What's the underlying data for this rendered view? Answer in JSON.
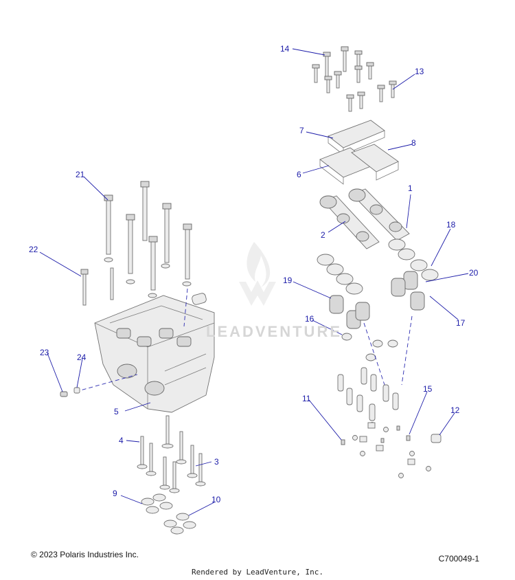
{
  "callouts": [
    {
      "num": "1"
    },
    {
      "num": "2"
    },
    {
      "num": "3"
    },
    {
      "num": "4"
    },
    {
      "num": "5"
    },
    {
      "num": "6"
    },
    {
      "num": "7"
    },
    {
      "num": "8"
    },
    {
      "num": "9"
    },
    {
      "num": "10"
    },
    {
      "num": "11"
    },
    {
      "num": "12"
    },
    {
      "num": "13"
    },
    {
      "num": "14"
    },
    {
      "num": "15"
    },
    {
      "num": "16"
    },
    {
      "num": "17"
    },
    {
      "num": "18"
    },
    {
      "num": "19"
    },
    {
      "num": "20"
    },
    {
      "num": "21"
    },
    {
      "num": "22"
    },
    {
      "num": "23"
    },
    {
      "num": "24"
    }
  ],
  "watermark": {
    "text": "LEADVENTURE",
    "icon": "leadventure-logo-icon"
  },
  "footer": {
    "copyright": "© 2023 Polaris Industries Inc.",
    "diagram_code": "C700049-1",
    "rendered_by": "Rendered by LeadVenture, Inc."
  },
  "colors": {
    "callout": "#1a1aa8",
    "part_fill": "#ececec",
    "part_stroke": "#6f6f6f"
  }
}
